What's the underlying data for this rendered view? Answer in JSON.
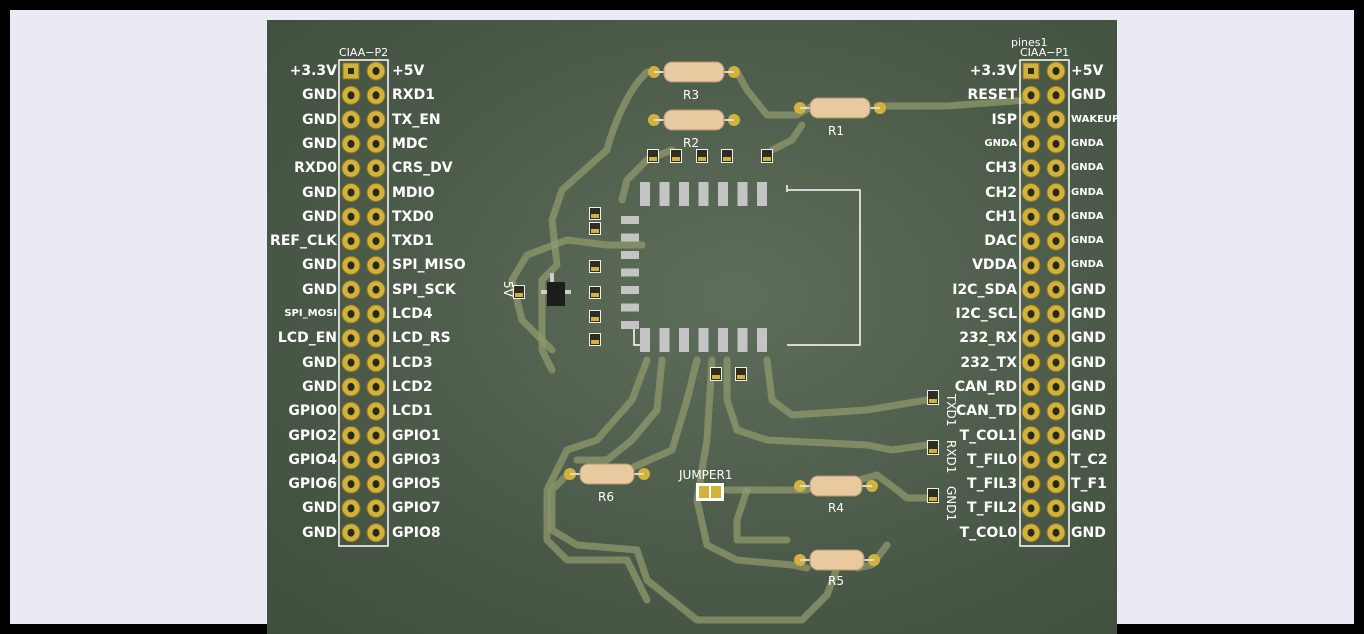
{
  "headers": {
    "left_connector": "CIAA−P2",
    "right_connector": "CIAA−P1",
    "right_above": "pines1"
  },
  "p2_left": [
    "+3.3V",
    "GND",
    "GND",
    "GND",
    "RXD0",
    "GND",
    "GND",
    "REF_CLK",
    "GND",
    "GND",
    "SPI_MOSI",
    "LCD_EN",
    "GND",
    "GND",
    "GPIO0",
    "GPIO2",
    "GPIO4",
    "GPIO6",
    "GND",
    "GND"
  ],
  "p2_right": [
    "+5V",
    "RXD1",
    "TX_EN",
    "MDC",
    "CRS_DV",
    "MDIO",
    "TXD0",
    "TXD1",
    "SPI_MISO",
    "SPI_SCK",
    "LCD4",
    "LCD_RS",
    "LCD3",
    "LCD2",
    "LCD1",
    "GPIO1",
    "GPIO3",
    "GPIO5",
    "GPIO7",
    "GPIO8"
  ],
  "p1_left": [
    "+3.3V",
    "RESET",
    "ISP",
    "GNDA",
    "CH3",
    "CH2",
    "CH1",
    "DAC",
    "VDDA",
    "I2C_SDA",
    "I2C_SCL",
    "232_RX",
    "232_TX",
    "CAN_RD",
    "CAN_TD",
    "T_COL1",
    "T_FIL0",
    "T_FIL3",
    "T_FIL2",
    "T_COL0"
  ],
  "p1_right": [
    "+5V",
    "GND",
    "WAKEUP",
    "GNDA",
    "GNDA",
    "GNDA",
    "GNDA",
    "GNDA",
    "GNDA",
    "GND",
    "GND",
    "GND",
    "GND",
    "GND",
    "GND",
    "GND",
    "T_C2",
    "T_F1",
    "GND",
    "GND"
  ],
  "components": {
    "r1": "R1",
    "r2": "R2",
    "r3": "R3",
    "r4": "R4",
    "r5": "R5",
    "r6": "R6",
    "jumper": "JUMPER1",
    "five_v": "5V"
  },
  "side_pins": {
    "txd1": "TXD1",
    "rxd1": "RXD1",
    "gnd1": "GND1"
  },
  "colors": {
    "board": "#4c5a49",
    "trace": "#8f9a6c",
    "gold": "#d2b23a",
    "resistor": "#e8c9a0",
    "background": "#eaeaf5"
  }
}
